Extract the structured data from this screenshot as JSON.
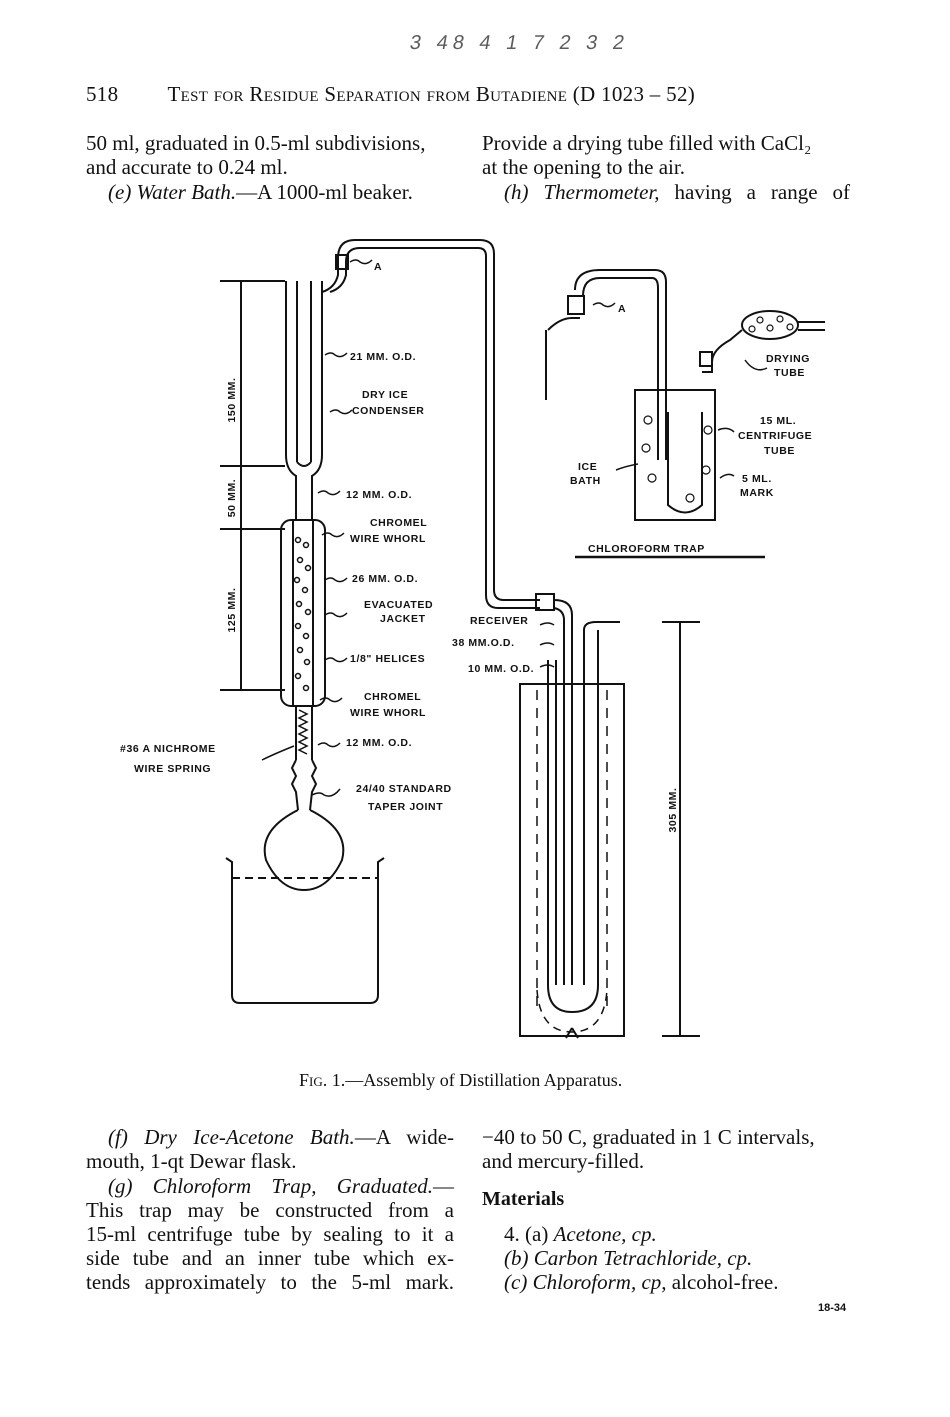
{
  "header": {
    "page_number": "518",
    "running_title_sc": "Test for Residue Separation from Butadiene",
    "designation": "(D 1023 – 52)",
    "stamp": "3 48 4 1 7 2 3 2"
  },
  "top_left": {
    "line1": "50 ml, graduated in 0.5-ml subdivisions,",
    "line2": "and accurate to 0.24 ml.",
    "item_e_label": "(e)",
    "item_e_title": "Water Bath.",
    "item_e_text": "—A 1000-ml beaker."
  },
  "top_right": {
    "line1": "Provide a drying tube filled with CaCl₂",
    "line2": "at the opening to the air.",
    "item_h_label": "(h)",
    "item_h_title": "Thermometer,",
    "item_h_text": "having a range of"
  },
  "figure": {
    "dim_150": "150 MM.",
    "dim_50": "50 MM.",
    "dim_125": "125 MM.",
    "dim_305": "305 MM.",
    "label_a1": "A",
    "label_a2": "A",
    "label_21mm": "21 MM. O.D.",
    "label_dry_ice_1": "DRY ICE",
    "label_dry_ice_2": "CONDENSER",
    "label_12mm_1": "12 MM. O.D.",
    "label_chromel1_1": "CHROMEL",
    "label_chromel1_2": "WIRE WHORL",
    "label_26mm": "26 MM. O.D.",
    "label_evac_1": "EVACUATED",
    "label_evac_2": "JACKET",
    "label_helices": "1/8\" HELICES",
    "label_chromel2_1": "CHROMEL",
    "label_chromel2_2": "WIRE WHORL",
    "label_12mm_2": "12 MM. O.D.",
    "label_nichrome_1": "#36 A NICHROME",
    "label_nichrome_2": "WIRE SPRING",
    "label_taper_1": "24/40 STANDARD",
    "label_taper_2": "TAPER JOINT",
    "label_receiver": "RECEIVER",
    "label_38mm": "38 MM.O.D.",
    "label_10mm": "10 MM. O.D.",
    "label_drying_1": "DRYING",
    "label_drying_2": "TUBE",
    "label_15ml_1": "15 ML.",
    "label_15ml_2": "CENTRIFUGE",
    "label_15ml_3": "TUBE",
    "label_5ml_1": "5 ML.",
    "label_5ml_2": "MARK",
    "label_ice_1": "ICE",
    "label_ice_2": "BATH",
    "label_trap": "CHLOROFORM TRAP",
    "caption_fig": "Fig. 1.",
    "caption_text": "—Assembly of Distillation Apparatus."
  },
  "bottom_left": {
    "f_label": "(f)",
    "f_title": "Dry Ice-Acetone Bath.",
    "f_text1": "—A wide-",
    "f_text2": "mouth, 1-qt Dewar flask.",
    "g_label": "(g)",
    "g_title1": "Chloroform",
    "g_title2": "Trap,",
    "g_title3": "Graduated.",
    "g_dash": "—",
    "g_line1": "This trap may be constructed from a",
    "g_line2": "15-ml centrifuge tube by sealing to it a",
    "g_line3": "side tube and an inner tube which ex-",
    "g_line4": "tends approximately to the 5-ml mark."
  },
  "bottom_right": {
    "line1": "−40 to 50 C, graduated in 1 C intervals,",
    "line2": "and mercury-filled.",
    "materials_heading": "Materials",
    "item_4": "4. (a)",
    "item_4_title": "Acetone, cp.",
    "item_b": "(b)",
    "item_b_title": "Carbon Tetrachloride, cp.",
    "item_c": "(c)",
    "item_c_title": "Chloroform, cp,",
    "item_c_text": " alcohol-free."
  },
  "footer": {
    "code": "18-34"
  }
}
